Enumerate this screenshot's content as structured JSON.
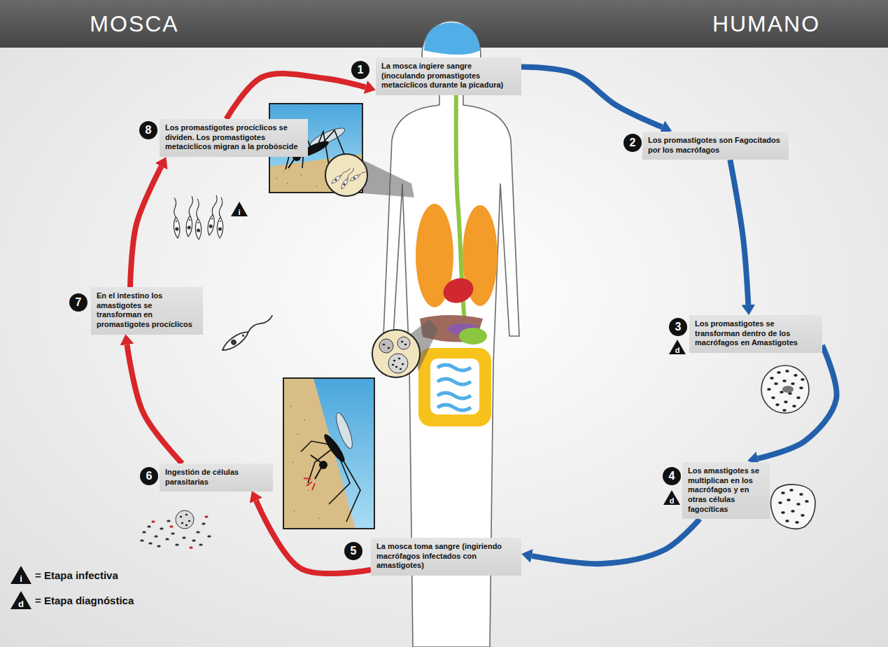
{
  "diagram": {
    "nodes": [
      {
        "text": [
          "1",
          "La mosca ingiere sangre (inoculando promastigotes metacíclicos durante la picadura)"
        ]
      },
      {
        "text": [
          "2",
          "Los promastigotes son Fagocitados por los macrófagos"
        ]
      },
      {
        "text": [
          "3",
          "Los promastigotes se transforman dentro de los macrófagos en Amastigotes"
        ]
      },
      {
        "text": [
          "4",
          "Los amastigotes se multiplican en los macrófagos y en otras células fagocíticas"
        ]
      },
      {
        "text": [
          "5",
          "La mosca toma sangre (ingiriendo macrófagos infectados con amastigotes)"
        ]
      },
      {
        "text": [
          "6",
          "Ingestión de células parasitarias"
        ]
      },
      {
        "text": [
          "7",
          "En el intestino los amastigotes se transforman en promastigotes procíclicos"
        ]
      },
      {
        "text": [
          "8",
          "Los promastigotes procíclicos se dividen. Los promastigotes metacíclicos migran a la probóscide"
        ]
      }
    ],
    "edges": [
      {
        "from": 0,
        "to": 1,
        "arrow": "to"
      },
      {
        "from": 1,
        "to": 2,
        "arrow": "to"
      },
      {
        "from": 2,
        "to": 3,
        "arrow": "to"
      },
      {
        "from": 3,
        "to": 4,
        "arrow": "to"
      },
      {
        "from": 4,
        "to": 5,
        "arrow": "to"
      },
      {
        "from": 5,
        "to": 6,
        "arrow": "to"
      },
      {
        "from": 6,
        "to": 7,
        "arrow": "to"
      },
      {
        "from": 7,
        "to": 0,
        "arrow": "to"
      }
    ],
    "labels": [
      "MOSCA",
      "HUMANO",
      "i",
      "d",
      "d",
      "i",
      "d"
    ],
    "legend": [
      {
        "text": "= Etapa infectiva"
      },
      {
        "text": "= Etapa diagnóstica"
      }
    ]
  }
}
